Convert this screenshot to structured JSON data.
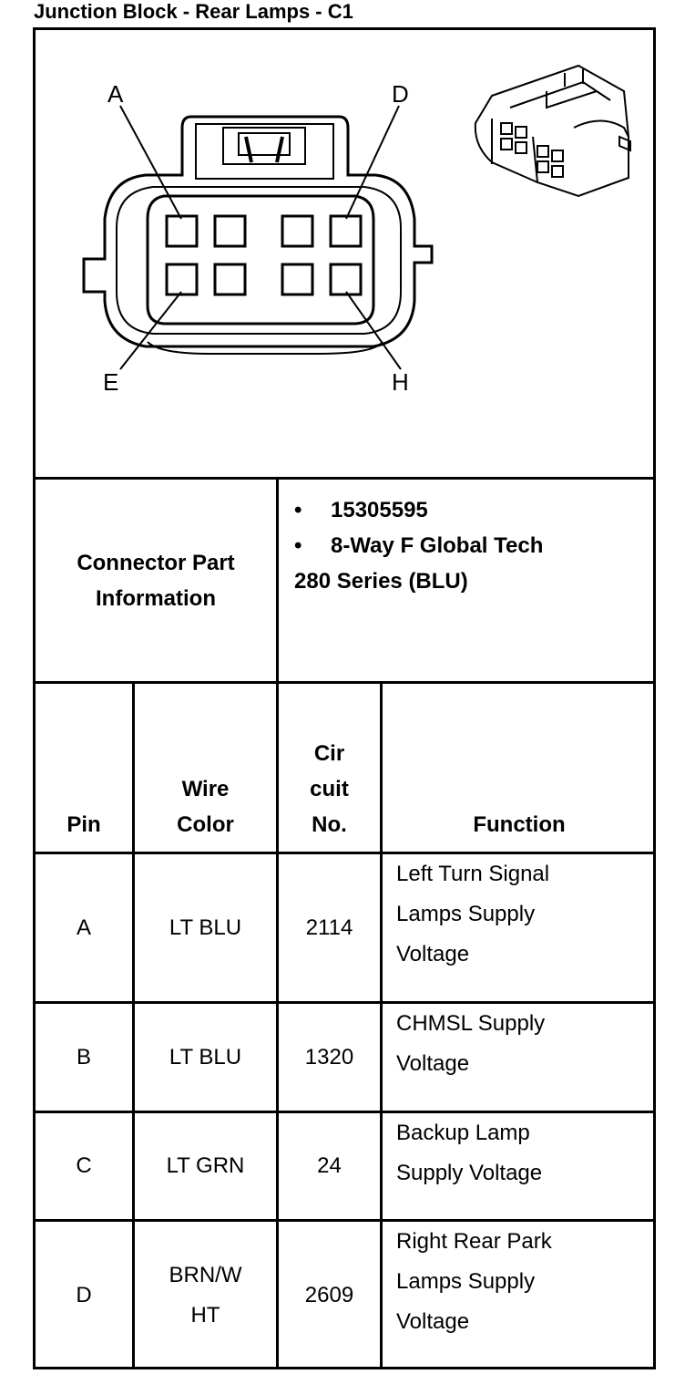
{
  "title": "Junction Block - Rear Lamps - C1",
  "diagram": {
    "callouts": [
      "A",
      "D",
      "E",
      "H"
    ]
  },
  "connector_info": {
    "label_line1": "Connector Part",
    "label_line2": "Information",
    "items": [
      "15305595",
      "8-Way F Global Tech"
    ],
    "continuation": "280 Series (BLU)"
  },
  "table": {
    "headers": {
      "pin": "Pin",
      "wire_color_line1": "Wire",
      "wire_color_line2": "Color",
      "circuit_line1": "Cir",
      "circuit_line2": "cuit",
      "circuit_line3": "No.",
      "function": "Function"
    },
    "rows": [
      {
        "pin": "A",
        "wire": [
          "LT BLU"
        ],
        "circuit": "2114",
        "function": [
          "Left Turn Signal",
          "Lamps Supply",
          "Voltage"
        ]
      },
      {
        "pin": "B",
        "wire": [
          "LT BLU"
        ],
        "circuit": "1320",
        "function": [
          "CHMSL Supply",
          "Voltage"
        ]
      },
      {
        "pin": "C",
        "wire": [
          "LT GRN"
        ],
        "circuit": "24",
        "function": [
          "Backup Lamp",
          "Supply Voltage"
        ]
      },
      {
        "pin": "D",
        "wire": [
          "BRN/W",
          "HT"
        ],
        "circuit": "2609",
        "function": [
          "Right Rear Park",
          "Lamps Supply",
          "Voltage"
        ]
      }
    ]
  }
}
